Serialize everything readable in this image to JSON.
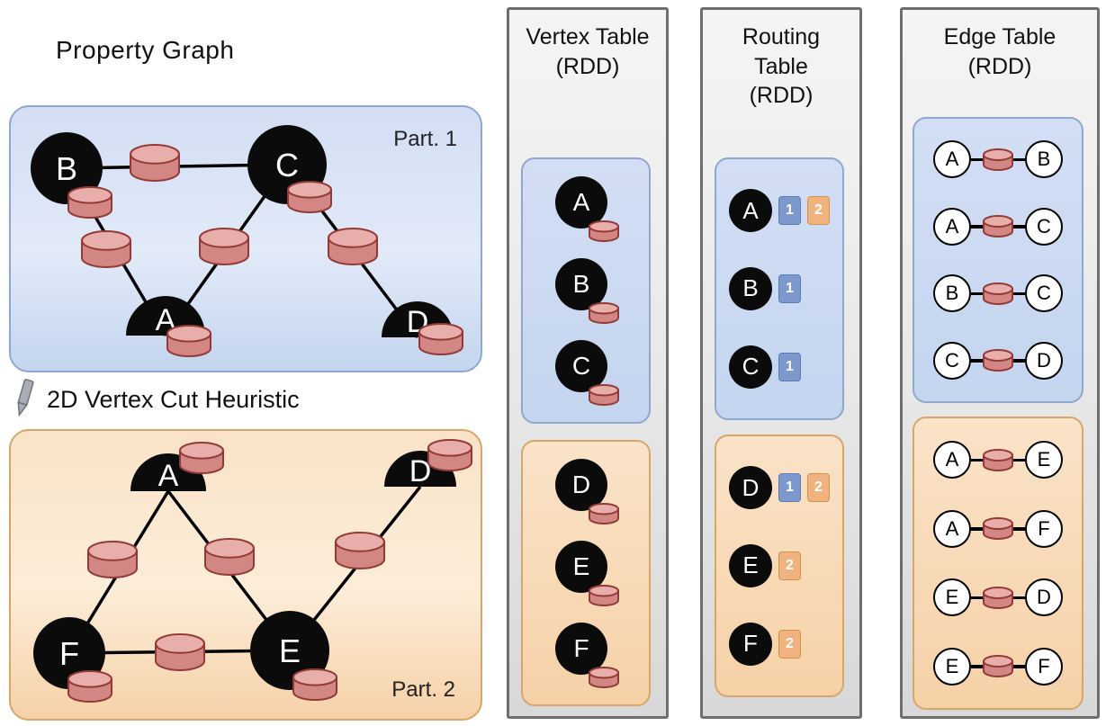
{
  "colors": {
    "partition1_fill_top": "#d3def4",
    "partition1_fill_bottom": "#c4d5ef",
    "partition1_border": "#8fa8d0",
    "partition2_fill_top": "#fae3c8",
    "partition2_fill_bottom": "#f6d1a7",
    "partition2_border": "#d8a667",
    "cylinder_body": "#d28784",
    "cylinder_top": "#e7aeab",
    "cylinder_outline": "#943a36",
    "routing_slot_1": "#7c98cc",
    "routing_slot_2": "#f0b27e"
  },
  "property_graph": {
    "title": "Property Graph",
    "cut_label": "2D Vertex Cut Heuristic",
    "partitions": [
      {
        "label": "Part. 1",
        "vertices": [
          {
            "id": "B",
            "type": "full"
          },
          {
            "id": "C",
            "type": "full"
          },
          {
            "id": "A",
            "type": "half"
          },
          {
            "id": "D",
            "type": "half"
          }
        ],
        "edges": [
          [
            "B",
            "C"
          ],
          [
            "B",
            "A"
          ],
          [
            "C",
            "A"
          ],
          [
            "C",
            "D"
          ]
        ]
      },
      {
        "label": "Part. 2",
        "vertices": [
          {
            "id": "A",
            "type": "half"
          },
          {
            "id": "D",
            "type": "half"
          },
          {
            "id": "F",
            "type": "full"
          },
          {
            "id": "E",
            "type": "full"
          }
        ],
        "edges": [
          [
            "A",
            "F"
          ],
          [
            "A",
            "E"
          ],
          [
            "D",
            "E"
          ],
          [
            "F",
            "E"
          ]
        ]
      }
    ]
  },
  "vertex_table": {
    "header_lines": [
      "Vertex Table",
      "(RDD)"
    ],
    "groups": [
      {
        "partition": 1,
        "vertices": [
          "A",
          "B",
          "C"
        ]
      },
      {
        "partition": 2,
        "vertices": [
          "D",
          "E",
          "F"
        ]
      }
    ]
  },
  "routing_table": {
    "header_lines": [
      "Routing",
      "Table",
      "(RDD)"
    ],
    "groups": [
      {
        "partition": 1,
        "rows": [
          {
            "vertex": "A",
            "slots": [
              "1",
              "2"
            ]
          },
          {
            "vertex": "B",
            "slots": [
              "1"
            ]
          },
          {
            "vertex": "C",
            "slots": [
              "1"
            ]
          }
        ]
      },
      {
        "partition": 2,
        "rows": [
          {
            "vertex": "D",
            "slots": [
              "1",
              "2"
            ]
          },
          {
            "vertex": "E",
            "slots": [
              "2"
            ]
          },
          {
            "vertex": "F",
            "slots": [
              "2"
            ]
          }
        ]
      }
    ]
  },
  "edge_table": {
    "header_lines": [
      "Edge Table",
      "(RDD)"
    ],
    "groups": [
      {
        "partition": 1,
        "edges": [
          [
            "A",
            "B"
          ],
          [
            "A",
            "C"
          ],
          [
            "B",
            "C"
          ],
          [
            "C",
            "D"
          ]
        ]
      },
      {
        "partition": 2,
        "edges": [
          [
            "A",
            "E"
          ],
          [
            "A",
            "F"
          ],
          [
            "E",
            "D"
          ],
          [
            "E",
            "F"
          ]
        ]
      }
    ]
  }
}
